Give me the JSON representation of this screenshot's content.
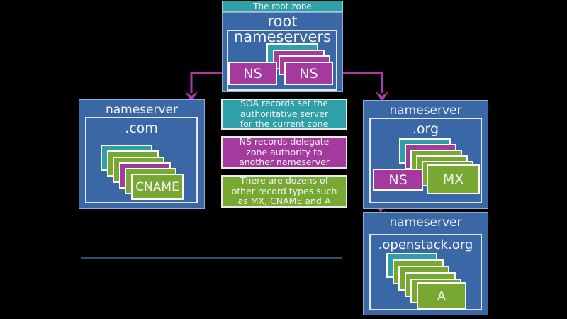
{
  "colors": {
    "background": "#000000",
    "blue": "#3a67a6",
    "teal": "#2fa0a8",
    "magenta": "#a43a9d",
    "green": "#76a832",
    "navy": "#2b4d71",
    "arrow": "#ab3aa6",
    "text": "#f4f4f4"
  },
  "root": {
    "banner": "The root zone",
    "title": "root nameservers",
    "zone": ".",
    "ns_left": "NS",
    "ns_right": "NS",
    "stack": [
      "teal",
      "magenta",
      "magenta"
    ]
  },
  "com": {
    "title": "nameserver",
    "zone": ".com",
    "stack": [
      "teal",
      "green",
      "green",
      "magenta",
      "green"
    ],
    "front_label": "CNAME"
  },
  "org": {
    "title": "nameserver",
    "zone": ".org",
    "stack": [
      "teal",
      "magenta",
      "green",
      "green",
      "green"
    ],
    "ns_label": "NS",
    "mx_label": "MX"
  },
  "openstack": {
    "title": "nameserver",
    "zone": ".openstack.org",
    "stack": [
      "teal",
      "green",
      "green",
      "green",
      "green"
    ],
    "front_label": "A"
  },
  "legend": [
    {
      "color": "teal",
      "lines": [
        "SOA records set the",
        "authoritative server",
        "for the current zone"
      ]
    },
    {
      "color": "magenta",
      "lines": [
        "NS records delegate",
        "zone authority to",
        "another nameserver"
      ]
    },
    {
      "color": "green",
      "lines": [
        "There are dozens of",
        "other record types such",
        "as MX, CNAME and A"
      ]
    }
  ]
}
